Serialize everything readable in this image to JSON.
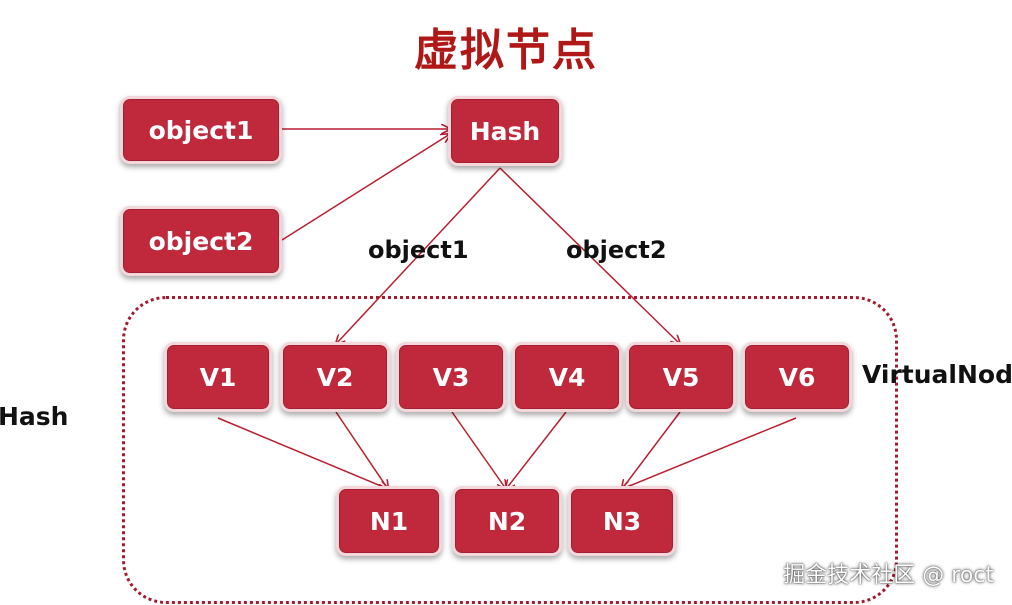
{
  "title": "虚拟节点",
  "nodes": {
    "object1": "object1",
    "object2": "object2",
    "hash": "Hash",
    "v": [
      "V1",
      "V2",
      "V3",
      "V4",
      "V5",
      "V6"
    ],
    "n": [
      "N1",
      "N2",
      "N3"
    ]
  },
  "edge_labels": {
    "left": "object1",
    "right": "object2"
  },
  "side_labels": {
    "left": "Hash",
    "right": "VirtualNode"
  },
  "watermark": "掘金技术社区 @ roct",
  "colors": {
    "node_fill": "#c0283c",
    "arrow": "#b81f30",
    "title": "#b01818"
  }
}
